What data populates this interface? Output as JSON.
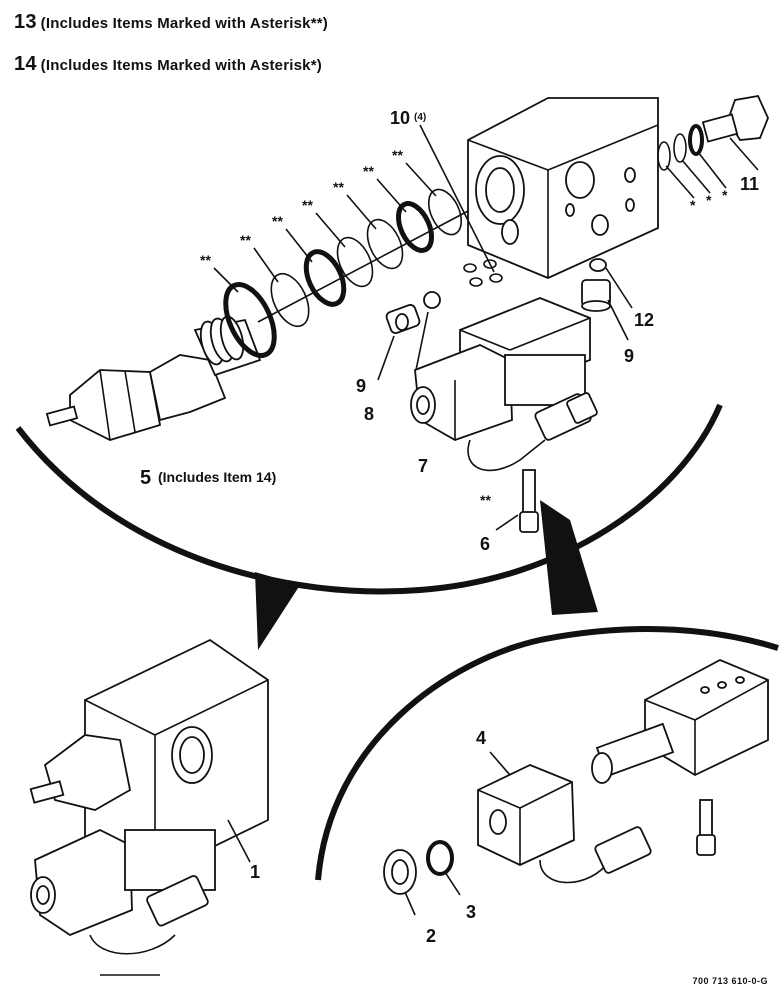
{
  "notes": {
    "note13": {
      "number": "13",
      "text": "(Includes Items Marked with Asterisk**)"
    },
    "note14": {
      "number": "14",
      "text": "(Includes Items Marked with Asterisk*)"
    }
  },
  "callouts": {
    "c1": "1",
    "c2": "2",
    "c3": "3",
    "c4": "4",
    "c5": "5",
    "c5_note": "(Includes Item 14)",
    "c6": "6",
    "c7": "7",
    "c8": "8",
    "c9a": "9",
    "c9b": "9",
    "c10": "10",
    "c10_qty": "(4)",
    "c11": "11",
    "c12": "12"
  },
  "asterisks": {
    "double": "**",
    "single": "*"
  },
  "drawing_number": "700 713 610-0-G"
}
